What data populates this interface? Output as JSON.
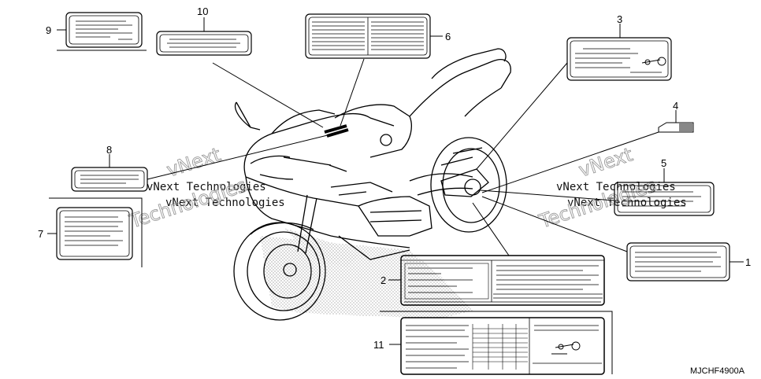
{
  "callouts": {
    "c1": "1",
    "c2": "2",
    "c3": "3",
    "c4": "4",
    "c5": "5",
    "c6": "6",
    "c7": "7",
    "c8": "8",
    "c9": "9",
    "c10": "10",
    "c11": "11"
  },
  "watermark": {
    "left_line1": "vNext Technologies",
    "left_line2": "Technologies",
    "left_line3": "vNext",
    "right_line1": "vNext Technologies",
    "right_line2": "Technologies",
    "right_line3": "vNext"
  },
  "diagram_code": "MJCHF4900A",
  "colors": {
    "ink": "#000000",
    "paper": "#ffffff",
    "stipple": "#8a8a8a"
  },
  "icons": [
    "motorcycle-illustration",
    "label-plate",
    "pointer-icon"
  ]
}
